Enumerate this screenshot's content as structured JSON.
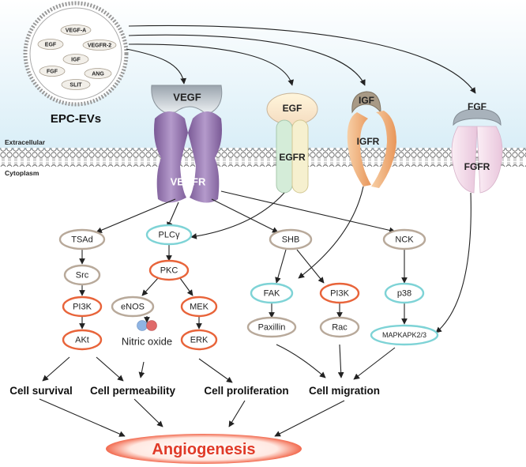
{
  "evs": {
    "title": "EPC-EVs",
    "cargo": [
      "VEGF-A",
      "EGF",
      "VEGFR-2",
      "IGF",
      "FGF",
      "ANG",
      "SLIT"
    ]
  },
  "regions": {
    "extracellular": "Extracellular",
    "cytoplasm": "Cytoplasm"
  },
  "receptors": {
    "vegf": {
      "ligand": "VEGF",
      "receptor": "VEGFR"
    },
    "egf": {
      "ligand": "EGF",
      "receptor": "EGFR"
    },
    "igf": {
      "ligand": "IGF",
      "receptor": "IGFR"
    },
    "fgf": {
      "ligand": "FGF",
      "receptor": "FGFR"
    }
  },
  "nodes": {
    "tsad": "TSAd",
    "src": "Src",
    "pi3k_left": "PI3K",
    "akt": "AKt",
    "plcg": "PLCγ",
    "pkc": "PKC",
    "enos": "eNOS",
    "nitric_oxide": "Nitric oxide",
    "mek": "MEK",
    "erk": "ERK",
    "shb": "SHB",
    "fak": "FAK",
    "pi3k_right": "PI3K",
    "paxillin": "Paxillin",
    "rac": "Rac",
    "nck": "NCK",
    "p38": "p38",
    "mapkapk": "MAPKAPK2/3"
  },
  "outcomes": {
    "survival": "Cell survival",
    "permeability": "Cell permeability",
    "proliferation": "Cell proliferation",
    "migration": "Cell migration"
  },
  "final": "Angiogenesis",
  "colors": {
    "orange_border": "#e8643a",
    "cyan_border": "#7ed3d6",
    "gray_border": "#b8a99a",
    "vegfr_purple": "#9b7eb3",
    "igfr_orange": "#f2b27e",
    "membrane_bg": "#eaf5fa",
    "red": "#e03a28"
  }
}
